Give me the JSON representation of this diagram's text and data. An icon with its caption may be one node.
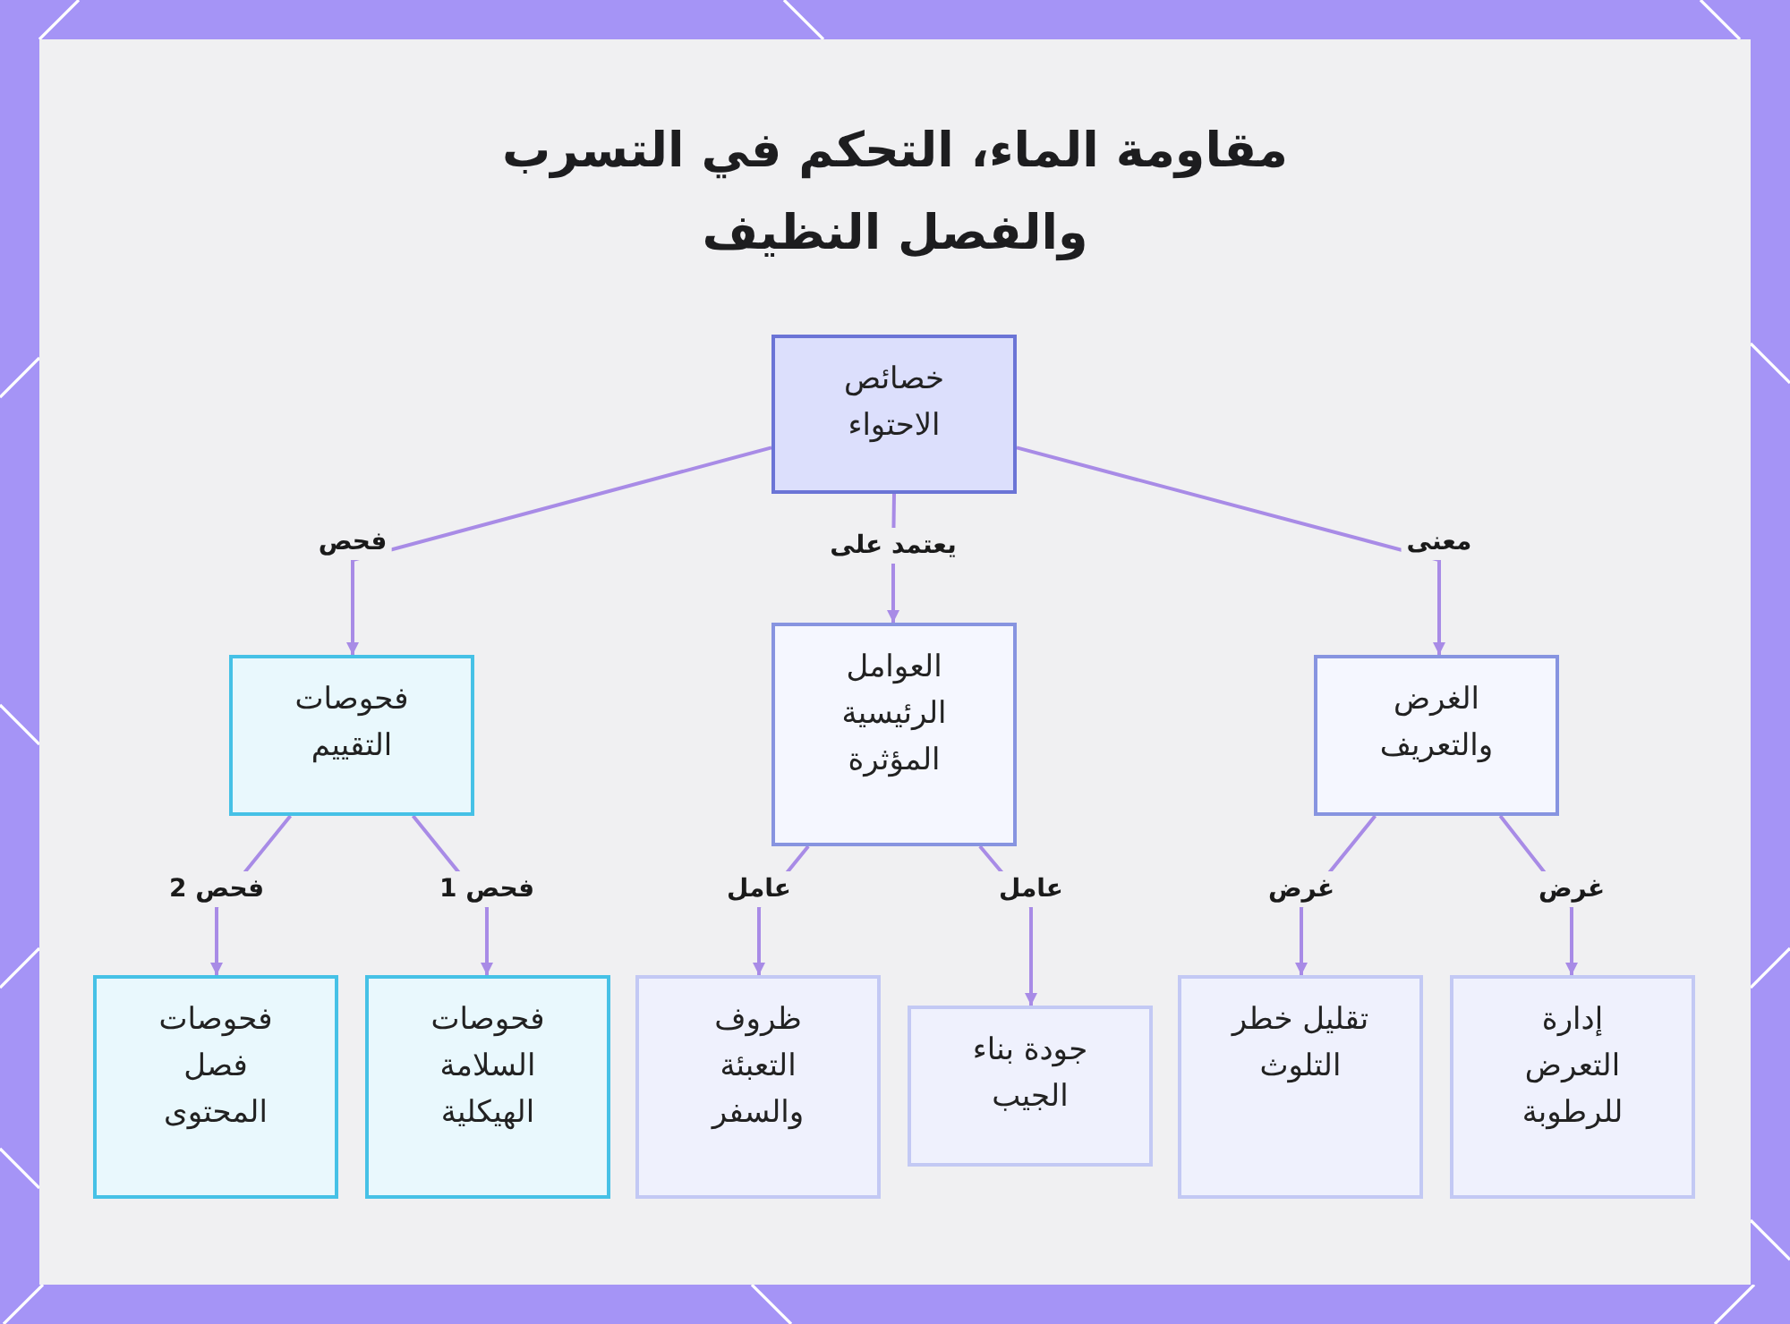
{
  "diagram": {
    "title": "مقاومة الماء، التحكم في التسرب والفصل النظيف",
    "nodes": [
      {
        "text": [
          "خصائص الاحتواء"
        ]
      },
      {
        "text": [
          "الغرض والتعريف"
        ]
      },
      {
        "text": [
          "العوامل الرئيسية المؤثرة"
        ]
      },
      {
        "text": [
          "فحوصات التقييم"
        ]
      },
      {
        "text": [
          "إدارة التعرض للرطوبة"
        ]
      },
      {
        "text": [
          "تقليل خطر التلوث"
        ]
      },
      {
        "text": [
          "جودة بناء الجيب"
        ]
      },
      {
        "text": [
          "ظروف التعبئة والسفر"
        ]
      },
      {
        "text": [
          "فحوصات السلامة الهيكلية"
        ]
      },
      {
        "text": [
          "فحوصات فصل المحتوى"
        ]
      }
    ],
    "edges": [
      {
        "from": 0,
        "to": 1,
        "arrow": "to",
        "label": "معنى"
      },
      {
        "from": 0,
        "to": 2,
        "arrow": "to",
        "label": "يعتمد على"
      },
      {
        "from": 0,
        "to": 3,
        "arrow": "to",
        "label": "فحص"
      },
      {
        "from": 1,
        "to": 4,
        "arrow": "to",
        "label": "غرض"
      },
      {
        "from": 1,
        "to": 5,
        "arrow": "to",
        "label": "غرض"
      },
      {
        "from": 2,
        "to": 6,
        "arrow": "to",
        "label": "عامل"
      },
      {
        "from": 2,
        "to": 7,
        "arrow": "to",
        "label": "عامل"
      },
      {
        "from": 3,
        "to": 8,
        "arrow": "to",
        "label": "فحص 1"
      },
      {
        "from": 3,
        "to": 9,
        "arrow": "to",
        "label": "فحص 2"
      }
    ]
  }
}
